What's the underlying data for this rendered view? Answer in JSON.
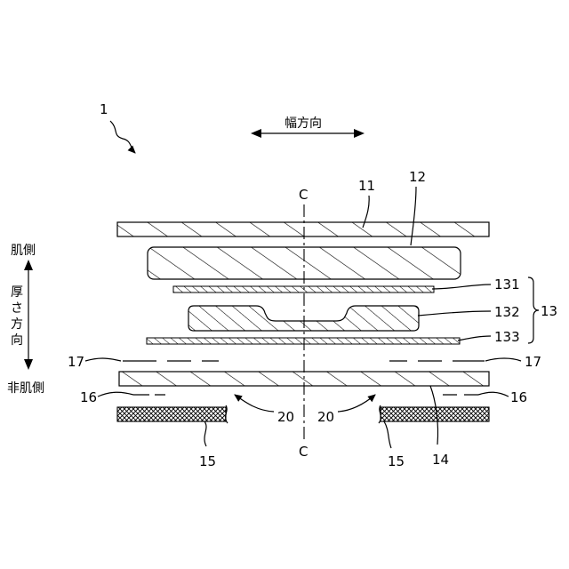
{
  "labels": {
    "fig_ref": "1",
    "width_dir": "幅方向",
    "center_top": "C",
    "center_bottom": "C",
    "skin_side": "肌側",
    "thickness_dir_1": "厚",
    "thickness_dir_2": "さ",
    "thickness_dir_3": "方",
    "thickness_dir_4": "向",
    "non_skin_side": "非肌側",
    "ref_11": "11",
    "ref_12": "12",
    "ref_131": "131",
    "ref_132": "132",
    "ref_133": "133",
    "ref_13": "13",
    "ref_14": "14",
    "ref_15_left": "15",
    "ref_15_right": "15",
    "ref_16_left": "16",
    "ref_16_right": "16",
    "ref_17_left": "17",
    "ref_17_right": "17",
    "ref_20_left": "20",
    "ref_20_right": "20"
  }
}
